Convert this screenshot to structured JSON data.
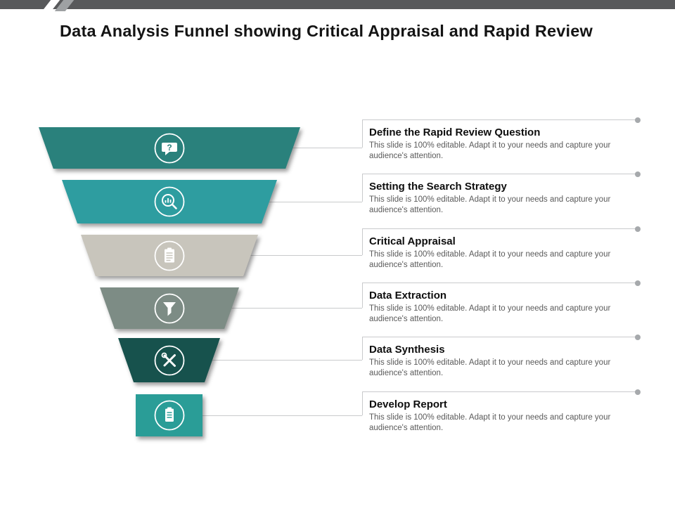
{
  "header": {
    "title": "Data Analysis Funnel showing Critical Appraisal and Rapid Review"
  },
  "steps": [
    {
      "title": "Define the Rapid Review Question",
      "desc": "This slide is 100% editable. Adapt it to your needs and capture your audience's attention.",
      "color": "#2a817c",
      "icon": "speech-question-icon"
    },
    {
      "title": "Setting the Search Strategy",
      "desc": "This slide is 100% editable. Adapt it to your needs and capture your audience's attention.",
      "color": "#2e9da0",
      "icon": "search-chart-icon"
    },
    {
      "title": "Critical Appraisal",
      "desc": "This slide is 100% editable. Adapt it to your needs and capture your audience's attention.",
      "color": "#c8c5bc",
      "icon": "checklist-icon"
    },
    {
      "title": "Data Extraction",
      "desc": "This slide is 100% editable. Adapt it to your needs and capture your audience's attention.",
      "color": "#7d8c85",
      "icon": "funnel-icon"
    },
    {
      "title": "Data Synthesis",
      "desc": "This slide is 100% editable. Adapt it to your needs and capture your audience's attention.",
      "color": "#17524d",
      "icon": "tools-icon"
    },
    {
      "title": "Develop Report",
      "desc": "This slide is 100% editable. Adapt it to your needs and capture your audience's attention.",
      "color": "#2a9d97",
      "icon": "clipboard-icon"
    }
  ],
  "ui_colors": {
    "top_bar": "#58595b",
    "connector_line": "#c9cacc",
    "bullet_dot": "#a6a9ac",
    "description_text": "#5a5a5a"
  }
}
